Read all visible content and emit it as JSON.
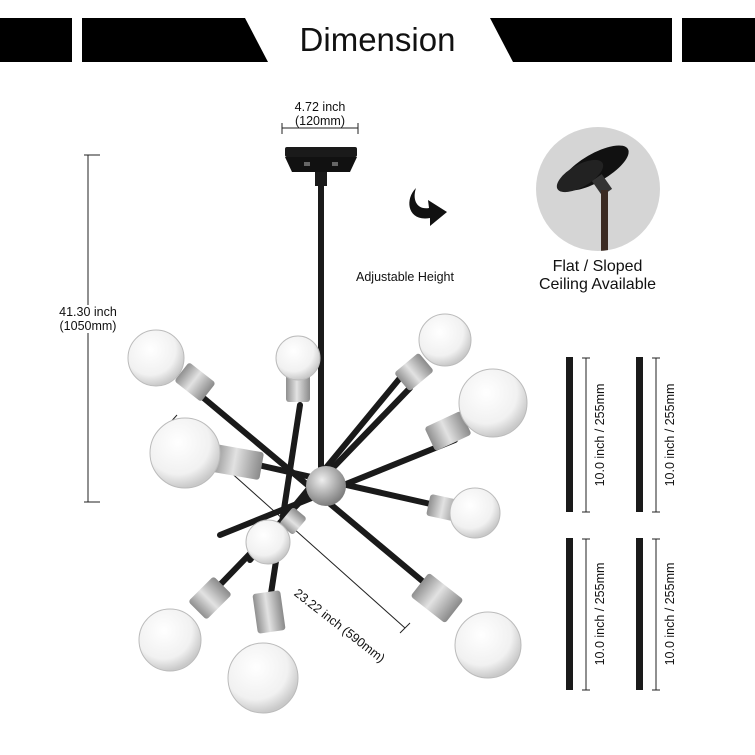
{
  "header": {
    "title": "Dimension",
    "band_color": "#000000"
  },
  "dimensions": {
    "canopy_width": {
      "inch": "4.72 inch",
      "mm": "(120mm)"
    },
    "height": {
      "inch": "41.30 inch",
      "mm": "(1050mm)"
    },
    "diagonal": "23.22 inch (590mm)",
    "adjustable_label": "Adjustable Height"
  },
  "ceiling_feature": {
    "line1": "Flat / Sloped",
    "line2": "Ceiling Available",
    "icon": "sloped-ceiling-canopy-icon"
  },
  "rods": [
    {
      "label": "10.0 inch / 255mm"
    },
    {
      "label": "10.0 inch / 255mm"
    },
    {
      "label": "10.0 inch / 255mm"
    },
    {
      "label": "10.0 inch / 255mm"
    }
  ],
  "colors": {
    "metal": "#1a1a1a",
    "socket": "#b8b8b8",
    "circle_bg": "#d6d6d6"
  }
}
